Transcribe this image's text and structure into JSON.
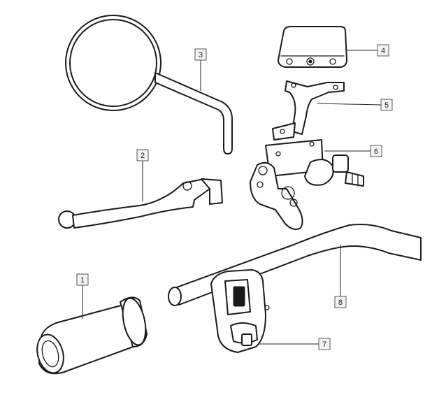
{
  "callouts": {
    "c1": "1",
    "c2": "2",
    "c3": "3",
    "c4": "4",
    "c5": "5",
    "c6": "6",
    "c7": "7",
    "c8": "8"
  },
  "colors": {
    "line": "#1a1a1a",
    "background": "#ffffff",
    "label_box": "#f3f3f3"
  }
}
